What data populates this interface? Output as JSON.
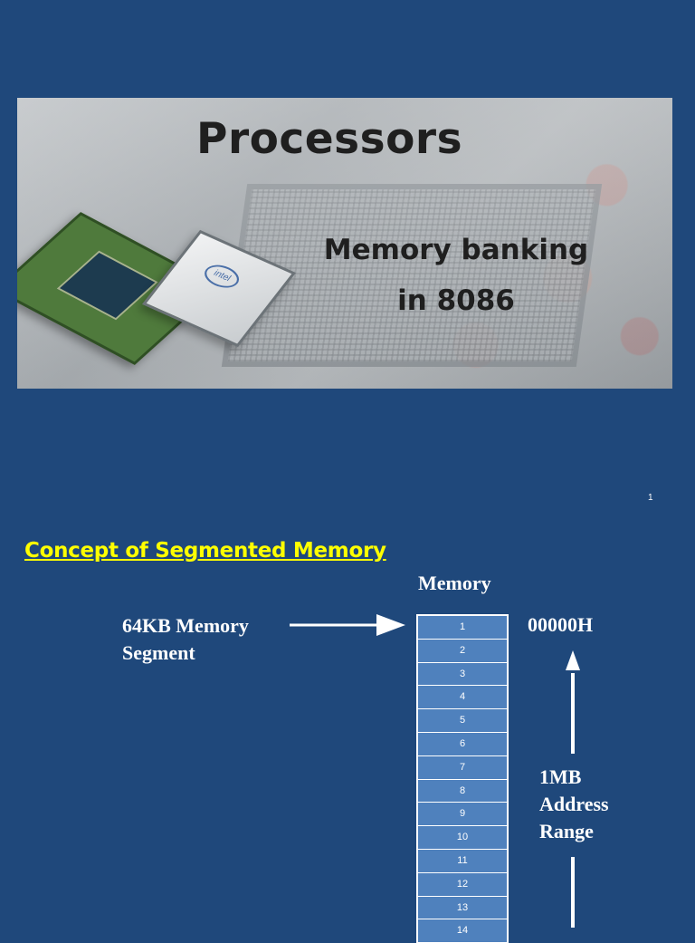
{
  "slide1": {
    "banner": {
      "title": "Processors",
      "subtitle_line1": "Memory banking",
      "subtitle_line2": "in 8086"
    },
    "page_number": "1"
  },
  "slide2": {
    "title": "Concept of Segmented Memory",
    "memory_heading": "Memory",
    "segment_label_line1": "64KB Memory",
    "segment_label_line2": "Segment",
    "start_address": "00000H",
    "range_label_line1": "1MB",
    "range_label_line2": "Address",
    "range_label_line3": "Range",
    "memory_cells": [
      "1",
      "2",
      "3",
      "4",
      "5",
      "6",
      "7",
      "8",
      "9",
      "10",
      "11",
      "12",
      "13",
      "14"
    ]
  },
  "colors": {
    "background": "#1f487b",
    "title_yellow": "#ffff00",
    "cell_blue": "#4f81bd"
  }
}
